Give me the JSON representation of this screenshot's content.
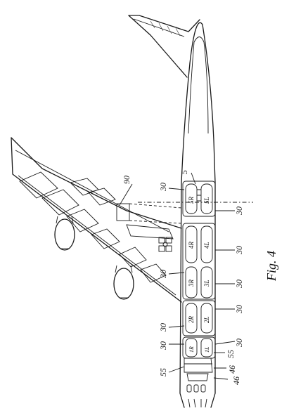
{
  "figure": {
    "caption": "Fig. 4"
  },
  "callouts": {
    "c90": "90",
    "c5": "5",
    "c30": "30",
    "c55": "55",
    "c46": "46"
  },
  "modules": {
    "r5": "5R",
    "l5": "5L",
    "r4": "4R",
    "l4": "4L",
    "r3": "3R",
    "l3": "3L",
    "r2": "2R",
    "l2": "2L",
    "r1": "1R",
    "l1": "1L"
  }
}
